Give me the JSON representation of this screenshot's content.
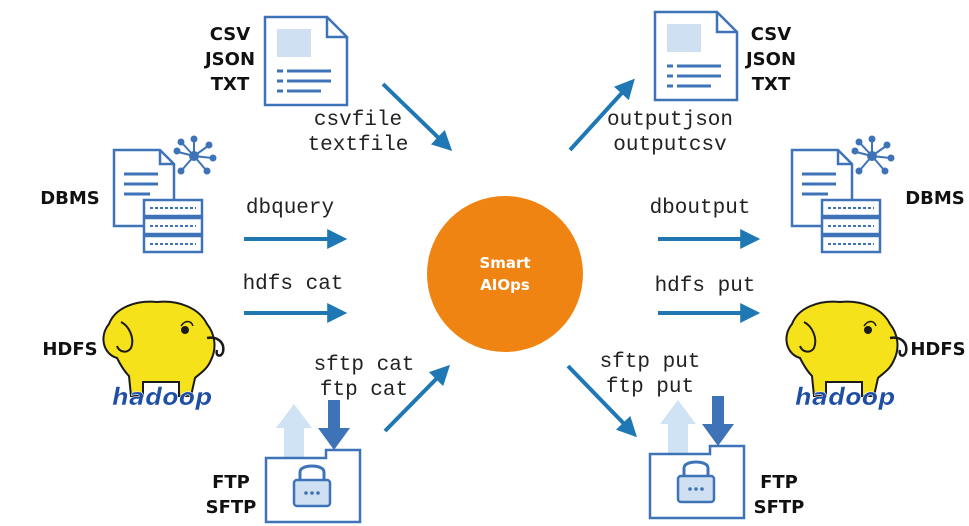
{
  "center": {
    "label": "Smart\nAIOps",
    "color": "#f08413"
  },
  "sources": {
    "file": {
      "label": "CSV\nJSON\nTXT",
      "command": "csvfile\ntextfile"
    },
    "dbms": {
      "label": "DBMS",
      "command": "dbquery"
    },
    "hdfs": {
      "label": "HDFS",
      "command": "hdfs cat",
      "logo_text": "hadoop"
    },
    "ftp": {
      "label": "FTP\nSFTP",
      "command": "sftp cat\nftp cat"
    }
  },
  "targets": {
    "file": {
      "label": "CSV\nJSON\nTXT",
      "command": "outputjson\noutputcsv"
    },
    "dbms": {
      "label": "DBMS",
      "command": "dboutput"
    },
    "hdfs": {
      "label": "HDFS",
      "command": "hdfs put",
      "logo_text": "hadoop"
    },
    "ftp": {
      "label": "FTP\nSFTP",
      "command": "sftp put\nftp put"
    }
  },
  "icons": {
    "document": "document-icon",
    "database": "database-icon",
    "network": "network-node-icon",
    "hadoop": "hadoop-elephant-icon",
    "ftp_folder": "ftp-folder-lock-icon"
  },
  "colors": {
    "arrow_in": "#1f78b4",
    "arrow_out": "#2a7fa6",
    "icon_stroke": "#3f73b8",
    "icon_fill": "#cfe0f3",
    "hadoop_yellow": "#f5e21a",
    "hadoop_text": "#1f4fa5"
  }
}
